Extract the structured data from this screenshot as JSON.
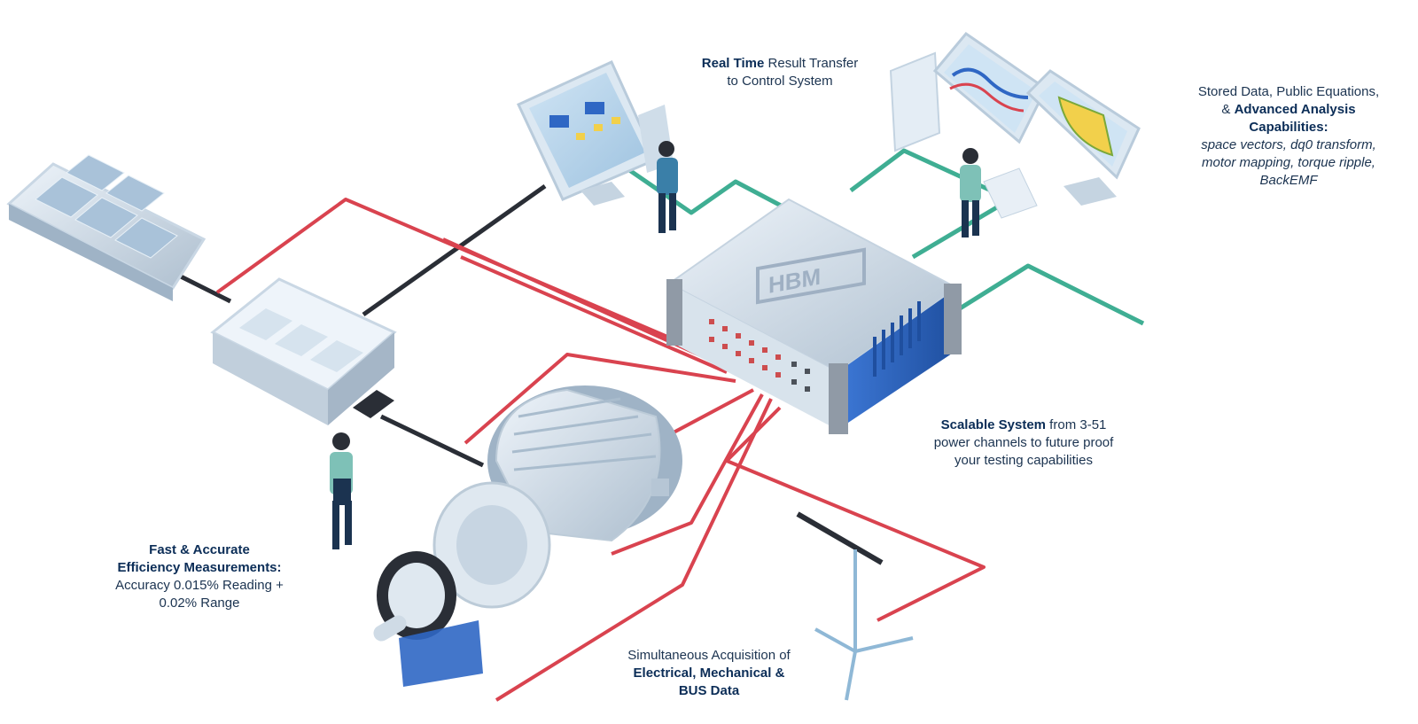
{
  "logo": {
    "text": "HBM"
  },
  "callouts": {
    "realtime": {
      "bold": "Real Time",
      "rest": " Result Transfer",
      "line2": "to Control System"
    },
    "stored": {
      "line1": "Stored Data, Public Equations,",
      "line2_pre": "& ",
      "line2_bold": "Advanced Analysis",
      "line3_bold": "Capabilities:",
      "line4": "space vectors, dq0 transform,",
      "line5": "motor mapping, torque ripple,",
      "line6": "BackEMF"
    },
    "scalable": {
      "bold": "Scalable System",
      "rest": " from 3-51",
      "line2": "power channels to future proof",
      "line3": "your testing capabilities"
    },
    "efficiency": {
      "line1": "Fast & Accurate",
      "line2": "Efficiency Measurements:",
      "line3": "Accuracy 0.015% Reading +",
      "line4": "0.02% Range"
    },
    "acquisition": {
      "line1": "Simultaneous Acquisition of",
      "line2": "Electrical, Mechanical &",
      "line3": "BUS Data"
    }
  },
  "colors": {
    "red_cable": "#d9434f",
    "green_cable": "#3fae93",
    "black_cable": "#2a2e36",
    "device_blue": "#2f67c4",
    "navy": "#0b2d57"
  }
}
